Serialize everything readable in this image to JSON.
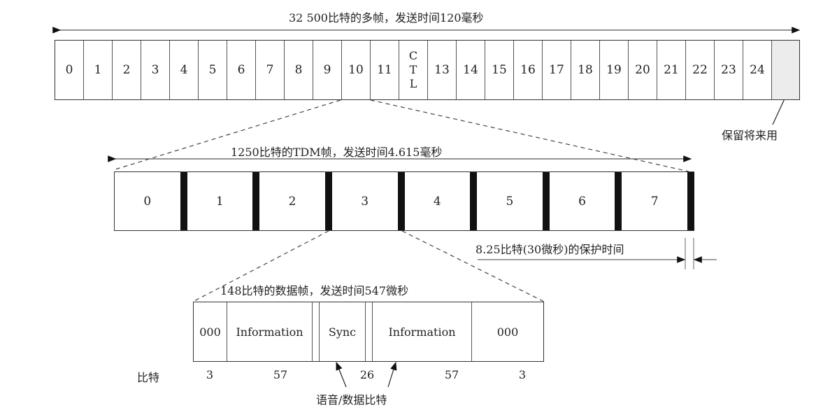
{
  "multiframe": {
    "title": "32 500比特的多帧，发送时间120毫秒",
    "slots": [
      "0",
      "1",
      "2",
      "3",
      "4",
      "5",
      "6",
      "7",
      "8",
      "9",
      "10",
      "11",
      "CTL",
      "13",
      "14",
      "15",
      "16",
      "17",
      "18",
      "19",
      "20",
      "21",
      "22",
      "23",
      "24",
      ""
    ],
    "ctl_letters": [
      "C",
      "T",
      "L"
    ],
    "reserved_label": "保留将来用"
  },
  "tdm_frame": {
    "title": "1250比特的TDM帧，发送时间4.615毫秒",
    "slots": [
      "0",
      "1",
      "2",
      "3",
      "4",
      "5",
      "6",
      "7"
    ],
    "guard_label": "8.25比特(30微秒)的保护时间"
  },
  "data_frame": {
    "title": "148比特的数据帧，发送时间547微秒",
    "fields": [
      "000",
      "Information",
      "Sync",
      "Information",
      "000"
    ],
    "bits_label": "比特",
    "bit_counts": [
      "3",
      "57",
      "26",
      "57",
      "3"
    ],
    "voice_data_label": "语音/数据比特"
  }
}
